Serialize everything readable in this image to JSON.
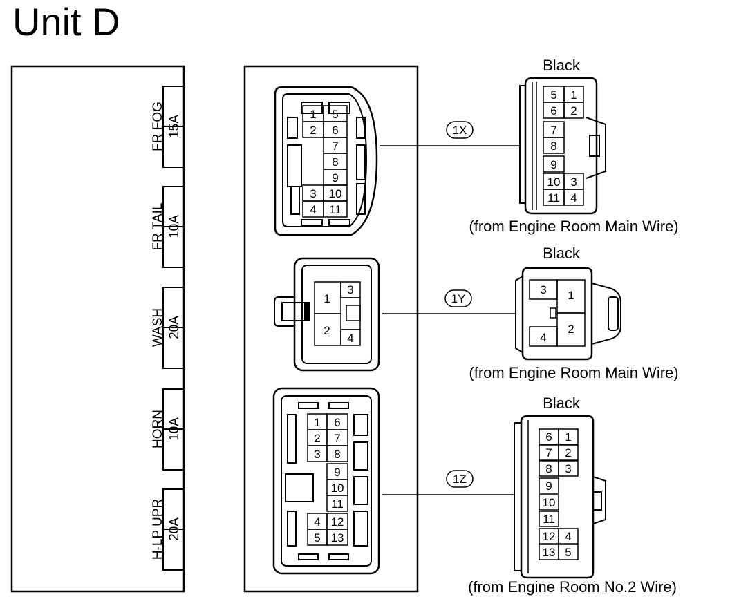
{
  "title": "Unit D",
  "fuses": [
    {
      "name": "FR FOG",
      "amp": "15A"
    },
    {
      "name": "FR TAIL",
      "amp": "10A"
    },
    {
      "name": "WASH",
      "amp": "20A"
    },
    {
      "name": "HORN",
      "amp": "10A"
    },
    {
      "name": "H-LP UPR",
      "amp": "20A"
    }
  ],
  "connectors": [
    {
      "id": "1X",
      "color": "Black",
      "source": "(from Engine Room Main Wire)",
      "block_pins": [
        "1",
        "5",
        "2",
        "6",
        "7",
        "8",
        "9",
        "3",
        "10",
        "4",
        "11"
      ],
      "plug_pins": [
        "5",
        "1",
        "6",
        "2",
        "7",
        "8",
        "9",
        "10",
        "3",
        "11",
        "4"
      ]
    },
    {
      "id": "1Y",
      "color": "Black",
      "source": "(from Engine Room Main Wire)",
      "block_pins": [
        "3",
        "1",
        "2",
        "4"
      ],
      "plug_pins": [
        "3",
        "1",
        "4",
        "2"
      ]
    },
    {
      "id": "1Z",
      "color": "Black",
      "source": "(from Engine Room No.2 Wire)",
      "block_pins": [
        "1",
        "6",
        "2",
        "7",
        "3",
        "8",
        "9",
        "10",
        "11",
        "4",
        "12",
        "5",
        "13"
      ],
      "plug_pins": [
        "6",
        "1",
        "7",
        "2",
        "8",
        "3",
        "9",
        "10",
        "11",
        "12",
        "4",
        "13",
        "5"
      ]
    }
  ]
}
